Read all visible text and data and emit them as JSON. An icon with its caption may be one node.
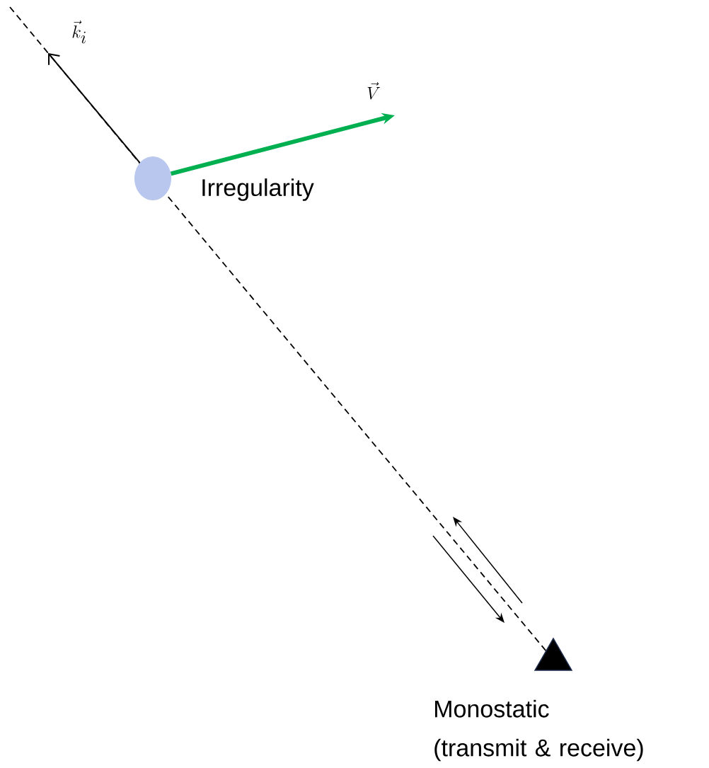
{
  "diagram": {
    "nodes": [
      {
        "text": [],
        "shape": "circle",
        "beside": [
          "Irregularity"
        ]
      },
      {
        "text": [],
        "shape": "triangle",
        "beside": [
          "Monostatic (transmit & receive)"
        ]
      }
    ],
    "edges": [
      {
        "from": 1,
        "to": 0,
        "arrow": "none",
        "style": "dashed"
      },
      {
        "from": 0,
        "to": null,
        "arrow": "to",
        "label": "\\vec{k}_i"
      },
      {
        "from": 0,
        "to": null,
        "arrow": "to",
        "label": "\\vec{V}",
        "style": "thick",
        "color": "#00b050"
      }
    ]
  }
}
